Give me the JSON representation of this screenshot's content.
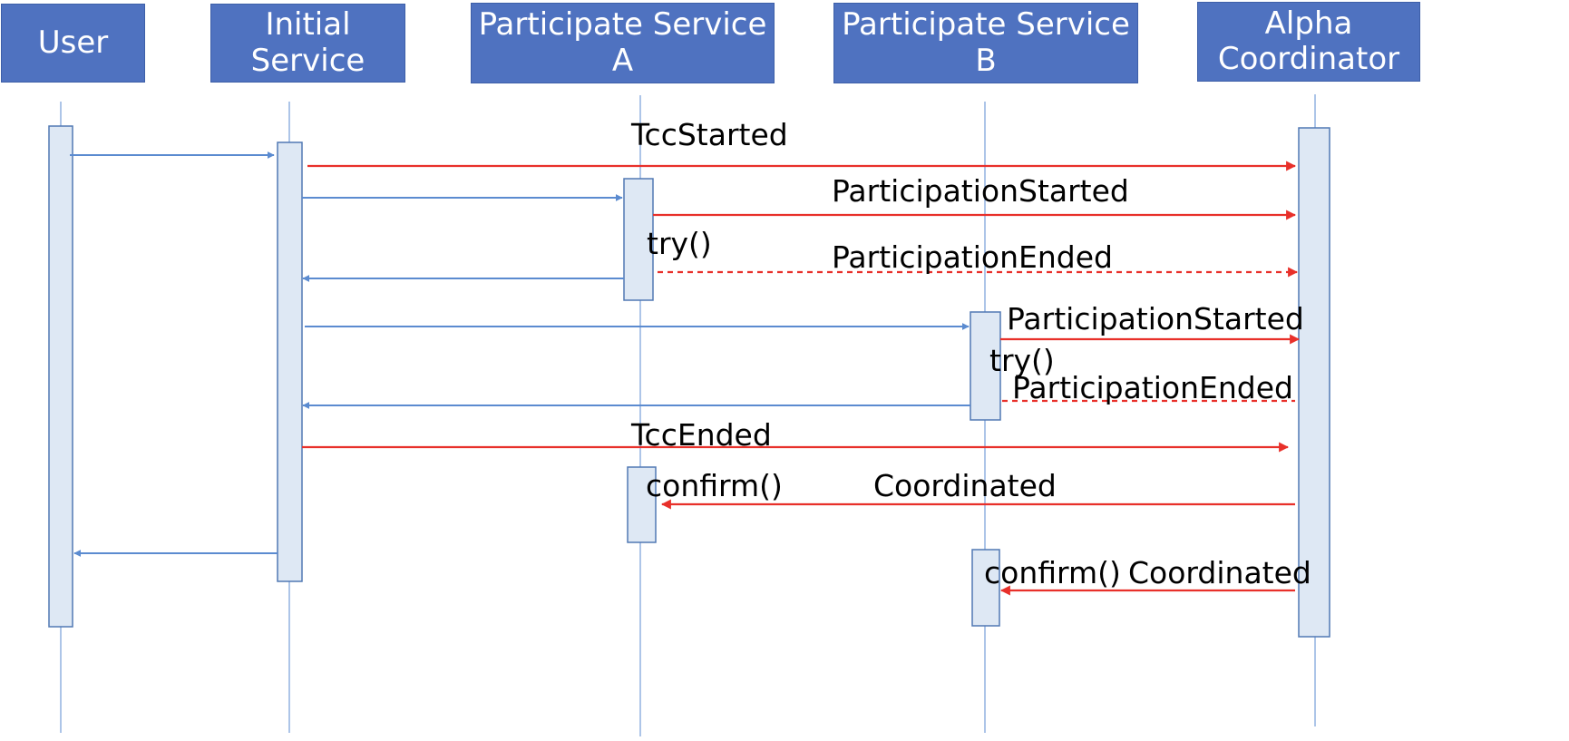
{
  "participants": [
    {
      "id": "user",
      "label": "User"
    },
    {
      "id": "initial",
      "label": "Initial Service"
    },
    {
      "id": "psa",
      "label": "Participate Service A"
    },
    {
      "id": "psb",
      "label": "Participate Service B"
    },
    {
      "id": "alpha",
      "label": "Alpha Coordinator"
    }
  ],
  "colors": {
    "header_fill": "#4f72c0",
    "header_text": "#ffffff",
    "call_arrow": "#5b8bd0",
    "event_arrow": "#e8302a",
    "activation_fill": "#dee8f4",
    "activation_stroke": "#5078b4",
    "lifeline": "#5b8bd0"
  },
  "labels": {
    "tcc_started": "TccStarted",
    "participation_started_a": "ParticipationStarted",
    "try_a": "try()",
    "participation_ended_a": "ParticipationEnded",
    "participation_started_b": "ParticipationStarted",
    "try_b": "try()",
    "participation_ended_b": "ParticipationEnded",
    "tcc_ended": "TccEnded",
    "confirm_a": "confirm()",
    "coordinated_a": "Coordinated",
    "confirm_b": "confirm()",
    "coordinated_b": "Coordinated"
  }
}
